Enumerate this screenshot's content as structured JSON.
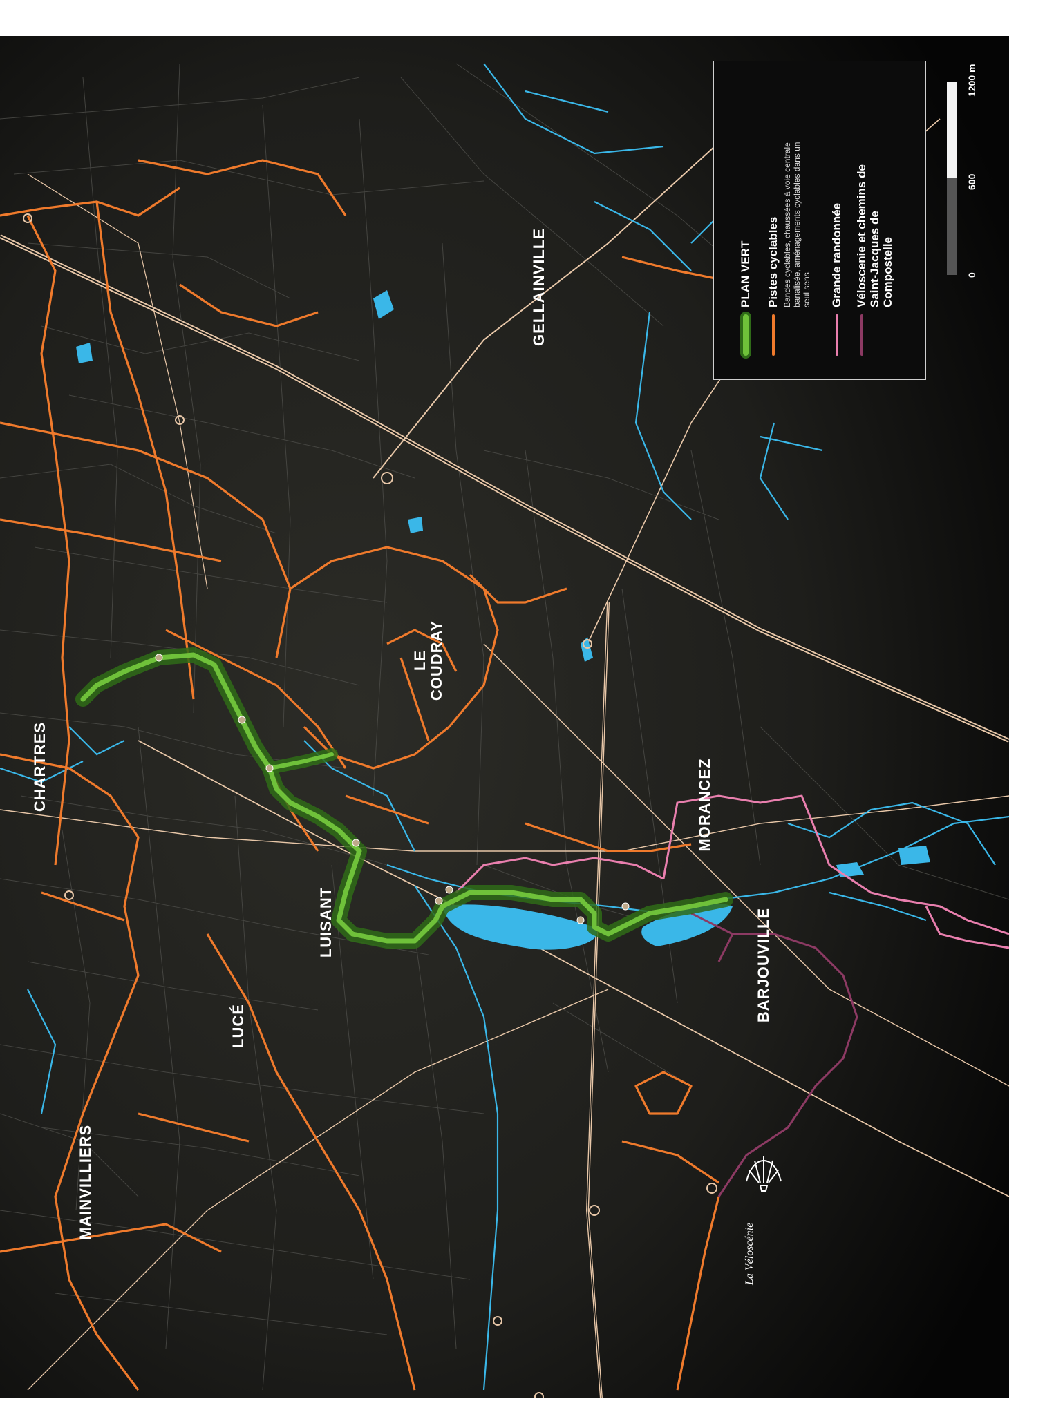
{
  "towns": [
    {
      "id": "chartres",
      "label": "CHARTRES"
    },
    {
      "id": "gellainville",
      "label": "GELLAINVILLE"
    },
    {
      "id": "le-coudray",
      "label": "LE\nCOUDRAY"
    },
    {
      "id": "morancez",
      "label": "MORANCEZ"
    },
    {
      "id": "barjouville",
      "label": "BARJOUVILLE"
    },
    {
      "id": "luisant",
      "label": "LUISANT"
    },
    {
      "id": "luce",
      "label": "LUCÉ"
    },
    {
      "id": "mainvilliers",
      "label": "MAINVILLIERS"
    }
  ],
  "legend": {
    "items": [
      {
        "label": "PLAN VERT",
        "description": "",
        "color": "#6fc13a"
      },
      {
        "label": "Pistes cyclables",
        "description": "Bandes cyclables, chaussées à voie centrale banalisée, aménagements cyclables dans un seul sens.",
        "color": "#ef7a2c"
      },
      {
        "label": "Grande randonnée",
        "description": "",
        "color": "#e97fae"
      },
      {
        "label": "Véloscenie et chemins de Saint-Jacques de Compostelle",
        "description": "",
        "color": "#8c3a63"
      }
    ]
  },
  "scale": {
    "ticks": [
      "0",
      "600",
      "1200 m"
    ]
  },
  "logo": {
    "text": "La Véloscénie"
  },
  "colors": {
    "background": "#1a1a17",
    "street": "#4a4a48",
    "major_road": "#e8c7a8",
    "cycle": "#ef7a2c",
    "water": "#3ab7e8",
    "plan_vert": "#6fc13a",
    "hiking": "#e97fae",
    "veloscenie": "#8c3a63"
  }
}
